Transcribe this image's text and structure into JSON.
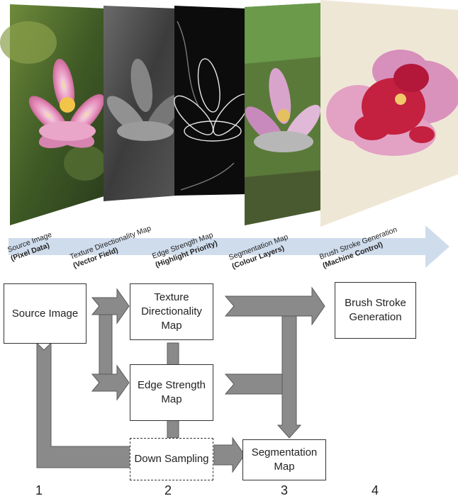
{
  "panels": [
    {
      "name": "Source Image",
      "sub": "(Pixel Data)"
    },
    {
      "name": "Texture Directionality Map",
      "sub": "(Vector Field)"
    },
    {
      "name": "Edge Strength Map",
      "sub": "(Highlight Priority)"
    },
    {
      "name": "Segmentation Map",
      "sub": "(Colour Layers)"
    },
    {
      "name": "Brush Stroke Generation",
      "sub": "(Machine Control)"
    }
  ],
  "boxes": {
    "source": "Source Image",
    "texture": "Texture Directionality Map",
    "edge": "Edge Strength Map",
    "down": "Down Sampling",
    "seg": "Segmentation Map",
    "brush": "Brush Stroke Generation"
  },
  "stage_numbers": [
    "1",
    "2",
    "3",
    "4"
  ],
  "colors": {
    "flow_arrow": "#cfdcec",
    "connector": "#8a8a8a",
    "box_border": "#333333",
    "canvas": "#efe7d6",
    "petal_pink": "#e3a1c4",
    "petal_red": "#c4203f"
  }
}
